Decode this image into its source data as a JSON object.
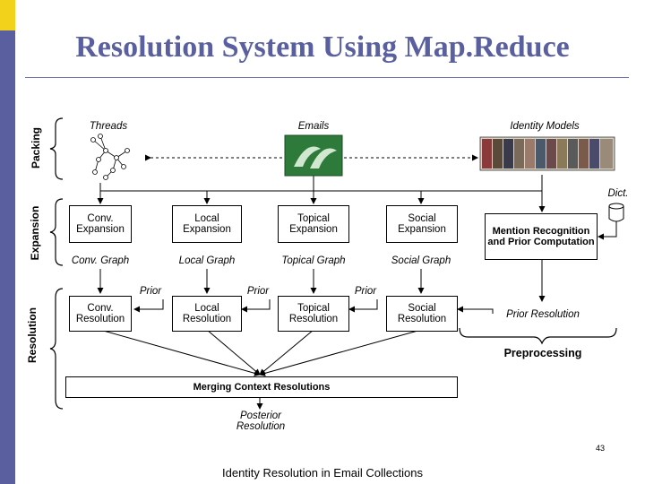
{
  "title": "Resolution System Using Map.Reduce",
  "sections": {
    "packing": "Packing",
    "expansion": "Expansion",
    "resolution": "Resolution"
  },
  "sources": {
    "threads": "Threads",
    "emails": "Emails",
    "identity_models": "Identity Models"
  },
  "expansion": {
    "conv": "Conv. Expansion",
    "local": "Local Expansion",
    "topical": "Topical Expansion",
    "social": "Social Expansion"
  },
  "graphs": {
    "conv": "Conv. Graph",
    "local": "Local Graph",
    "topical": "Topical Graph",
    "social": "Social Graph"
  },
  "prior_label": "Prior",
  "resolution": {
    "conv": "Conv. Resolution",
    "local": "Local Resolution",
    "topical": "Topical Resolution",
    "social": "Social Resolution"
  },
  "dict": "Dict.",
  "mention_recognition": "Mention Recognition and Prior Computation",
  "prior_resolution": "Prior Resolution",
  "preprocessing": "Preprocessing",
  "merging": "Merging Context Resolutions",
  "posterior_resolution": "Posterior Resolution",
  "page_number": "43",
  "footer": "Identity Resolution in Email Collections",
  "colors": {
    "sidebar": "#5a5fa0",
    "sidebar_accent": "#f2d21a",
    "title": "#5a5fa0"
  }
}
